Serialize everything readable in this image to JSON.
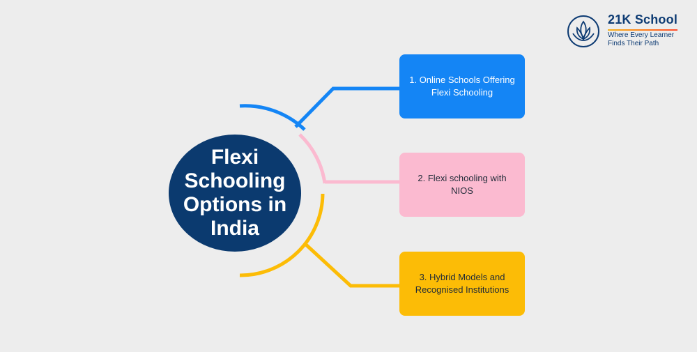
{
  "brand": {
    "name": "21K School",
    "tagline": "Where Every Learner Finds Their Path"
  },
  "diagram": {
    "center_title": "Flexi Schooling Options in India",
    "options": [
      {
        "label": "1. Online Schools Offering Flexi Schooling",
        "color": "#1485f5"
      },
      {
        "label": "2. Flexi schooling with NIOS",
        "color": "#fbbad0"
      },
      {
        "label": "3. Hybrid Models and Recognised Institutions",
        "color": "#fcbc06"
      }
    ],
    "center_color": "#0b3a6f",
    "background_color": "#ededed"
  }
}
